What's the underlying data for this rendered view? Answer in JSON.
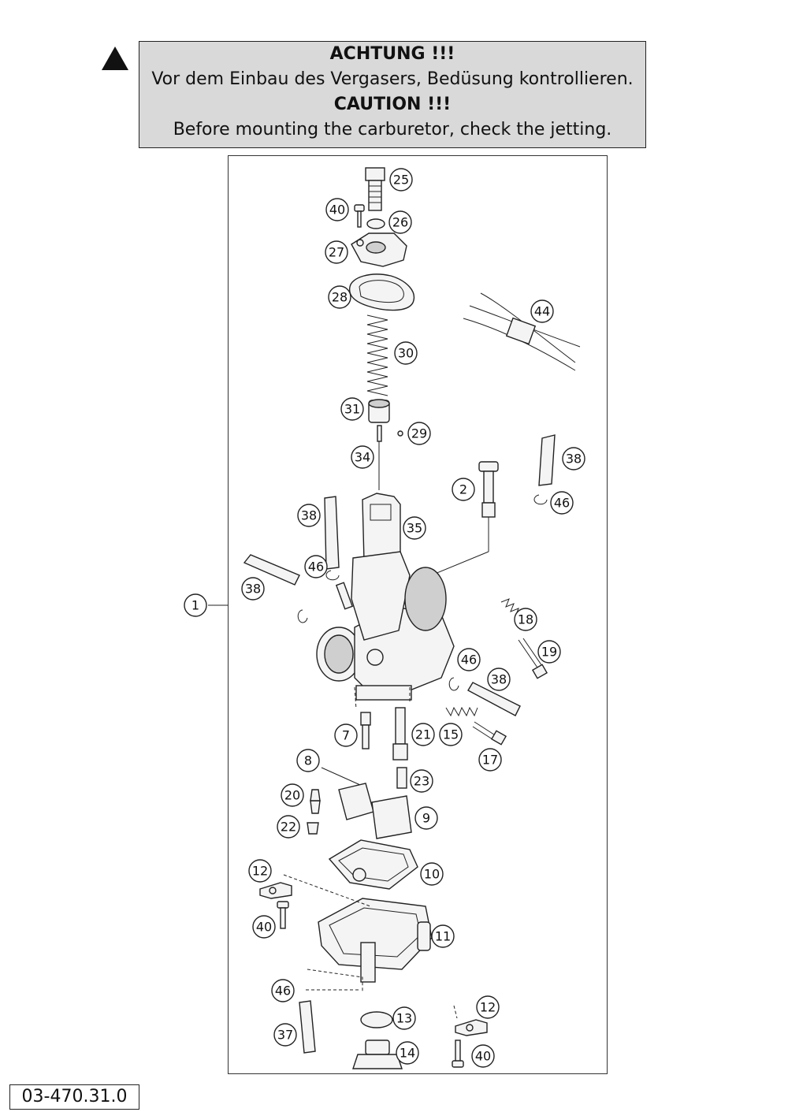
{
  "warning": {
    "de_heading": "ACHTUNG !!!",
    "de_text": "Vor dem Einbau des Vergasers, Bedüsung kontrollieren.",
    "en_heading": "CAUTION !!!",
    "en_text": "Before mounting the carburetor, check the jetting."
  },
  "document_number": "03-470.31.0",
  "callouts": [
    {
      "id": "c1",
      "label": "1"
    },
    {
      "id": "c2",
      "label": "2"
    },
    {
      "id": "c7",
      "label": "7"
    },
    {
      "id": "c8",
      "label": "8"
    },
    {
      "id": "c9",
      "label": "9"
    },
    {
      "id": "c10",
      "label": "10"
    },
    {
      "id": "c11",
      "label": "11"
    },
    {
      "id": "c12a",
      "label": "12"
    },
    {
      "id": "c12b",
      "label": "12"
    },
    {
      "id": "c13",
      "label": "13"
    },
    {
      "id": "c14",
      "label": "14"
    },
    {
      "id": "c15",
      "label": "15"
    },
    {
      "id": "c17",
      "label": "17"
    },
    {
      "id": "c18",
      "label": "18"
    },
    {
      "id": "c19",
      "label": "19"
    },
    {
      "id": "c20",
      "label": "20"
    },
    {
      "id": "c21",
      "label": "21"
    },
    {
      "id": "c22",
      "label": "22"
    },
    {
      "id": "c23",
      "label": "23"
    },
    {
      "id": "c25",
      "label": "25"
    },
    {
      "id": "c26",
      "label": "26"
    },
    {
      "id": "c27",
      "label": "27"
    },
    {
      "id": "c28",
      "label": "28"
    },
    {
      "id": "c29",
      "label": "29"
    },
    {
      "id": "c30",
      "label": "30"
    },
    {
      "id": "c31",
      "label": "31"
    },
    {
      "id": "c34",
      "label": "34"
    },
    {
      "id": "c35",
      "label": "35"
    },
    {
      "id": "c37",
      "label": "37"
    },
    {
      "id": "c38a",
      "label": "38"
    },
    {
      "id": "c38b",
      "label": "38"
    },
    {
      "id": "c38c",
      "label": "38"
    },
    {
      "id": "c38d",
      "label": "38"
    },
    {
      "id": "c40a",
      "label": "40"
    },
    {
      "id": "c40b",
      "label": "40"
    },
    {
      "id": "c40c",
      "label": "40"
    },
    {
      "id": "c44",
      "label": "44"
    },
    {
      "id": "c46a",
      "label": "46"
    },
    {
      "id": "c46b",
      "label": "46"
    },
    {
      "id": "c46c",
      "label": "46"
    },
    {
      "id": "c46d",
      "label": "46"
    }
  ]
}
